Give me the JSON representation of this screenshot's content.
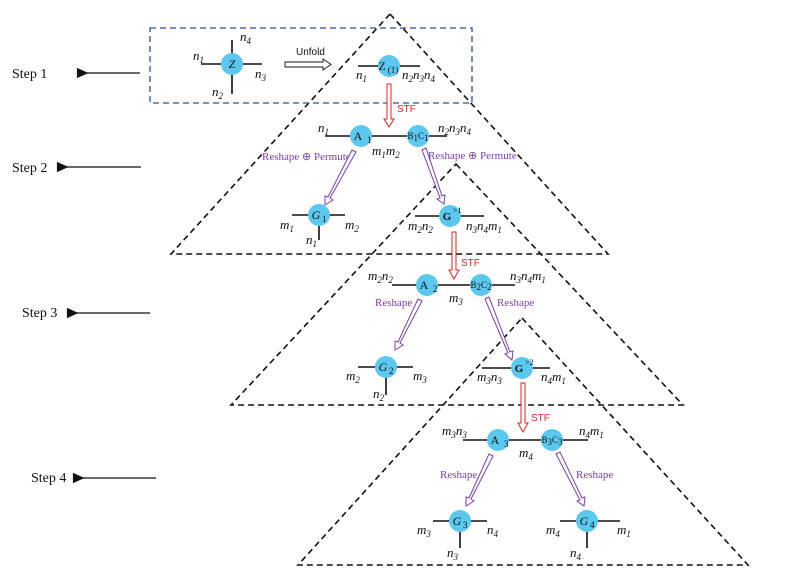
{
  "steps": [
    "Step 1",
    "Step 2",
    "Step 3",
    "Step 4"
  ],
  "ops": {
    "unfold": "Unfold",
    "stf": "STF",
    "reshape_permute": "Reshape",
    "permute": "Permute",
    "reshape": "Reshape"
  },
  "nodes": {
    "z": "Z",
    "z1_main": "Z",
    "z1_sub": "(1)",
    "a": "A",
    "b": "B",
    "c": "C",
    "g": "G",
    "gsup1": ">1",
    "gsup2": ">2"
  },
  "labels": {
    "n": "n",
    "m": "m",
    "i1": "1",
    "i2": "2",
    "i3": "3",
    "i4": "4"
  },
  "colors": {
    "node": "#5bc8ef",
    "stf": "#e02222",
    "reshape": "#7a3fb0",
    "box": "#2a5298"
  }
}
